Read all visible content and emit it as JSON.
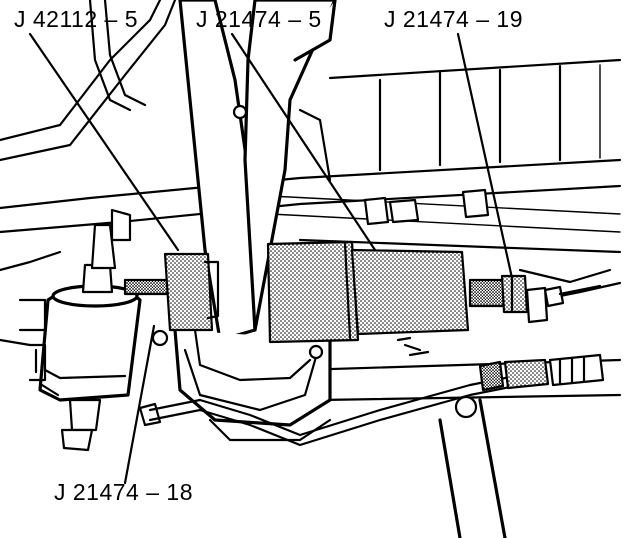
{
  "figure": {
    "labels": [
      {
        "id": "tool-j42112-5",
        "text": "J 42112 – 5"
      },
      {
        "id": "tool-j21474-5",
        "text": "J 21474 – 5"
      },
      {
        "id": "tool-j21474-19",
        "text": "J 21474 – 19"
      },
      {
        "id": "tool-j21474-18",
        "text": "J 21474 – 18"
      }
    ],
    "colors": {
      "ink": "#000000",
      "paper": "#ffffff"
    }
  }
}
